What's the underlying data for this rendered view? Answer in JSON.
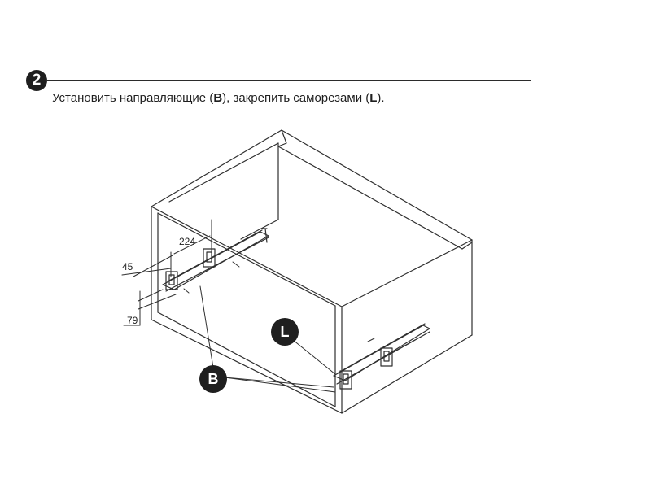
{
  "step": {
    "number": "2",
    "instruction_parts": [
      "Установить направляющие (",
      "B",
      "), закрепить саморезами (",
      "L",
      ")."
    ]
  },
  "dimensions": {
    "spacing": "224",
    "front_offset": "45",
    "height": "79"
  },
  "callouts": {
    "rails": "B",
    "screws": "L"
  }
}
